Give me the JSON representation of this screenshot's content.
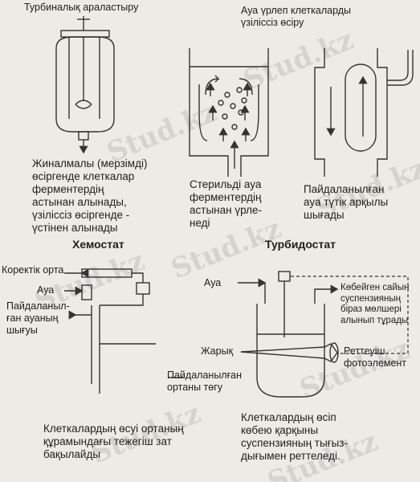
{
  "labels": {
    "turbine_mixing": "Турбиналық араластыру",
    "air_growth_1": "Ауа үрлеп клеткаларды",
    "air_growth_2": "үзіліссіз өсіру",
    "batch_1": "Жиналмалы (мерзімді)",
    "batch_2": "өсіргенде клеткалар",
    "batch_3": "ферментердің",
    "batch_4": "астынан алынады,",
    "batch_5": "үзіліссіз өсіргенде -",
    "batch_6": "үстінен алынады",
    "sterile_1": "Стерильді ауа",
    "sterile_2": "ферментердің",
    "sterile_3": "астынан үрле-",
    "sterile_4": "неді",
    "exhaust_1": "Пайдаланылған",
    "exhaust_2": "ауа түтік арқылы",
    "exhaust_3": "шығады",
    "chemostat_title": "Хемостат",
    "turbidostat_title": "Турбидостат",
    "corrective_medium": "Коректік орта",
    "chemo_air": "Ауа",
    "chemo_exhaust_1": "Пайдаланыл-",
    "chemo_exhaust_2": "ған ауаның",
    "chemo_exhaust_3": "шығуы",
    "used_medium_1": "Пайдаланылған",
    "used_medium_2": "ортаны төгу",
    "chemo_caption_1": "Клеткалардың өсуі ортаның",
    "chemo_caption_2": "құрамындағы тежегіш зат",
    "chemo_caption_3": "бақылайды",
    "turbi_air": "Ауа",
    "removal_1": "Көбейген сайын",
    "removal_2": "суспензияның",
    "removal_3": "біраз мөлшері",
    "removal_4": "алынып тұрады",
    "light": "Жарық",
    "photo_1": "Реттеуіш",
    "photo_2": "фотоэлемент",
    "turbi_caption_1": "Клеткалардың өсіп",
    "turbi_caption_2": "көбею қарқыны",
    "turbi_caption_3": "суспензияның тығыз-",
    "turbi_caption_4": "дығымен реттеледі."
  },
  "watermarks": [
    "Stud.kz",
    "Stud.kz",
    "Stud.kz",
    "Stud.kz",
    "Stud.kz",
    "Stud.kz",
    "Stud.kz",
    "Stud.kz"
  ]
}
